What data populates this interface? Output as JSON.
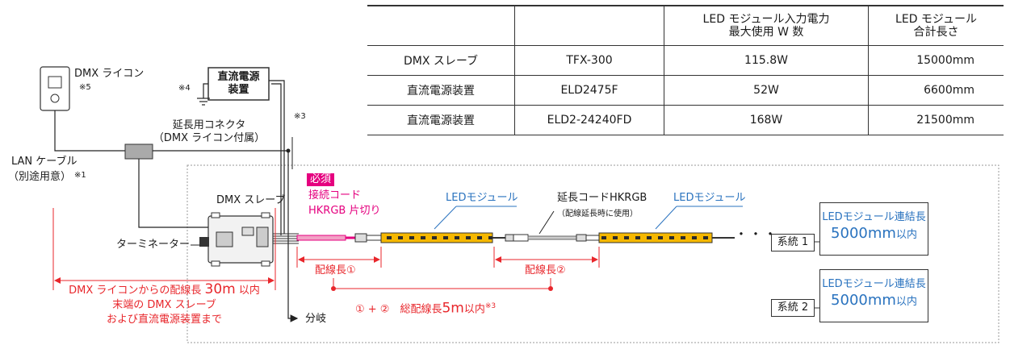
{
  "table": {
    "headers": [
      "",
      "",
      "LED モジュール入力電力\n最大使用 W 数",
      "LED モジュール\n合計長さ"
    ],
    "rows": [
      {
        "device": "DMX スレーブ",
        "model": "TFX-300",
        "power": "115.8W",
        "length": "15000mm"
      },
      {
        "device": "直流電源装置",
        "model": "ELD2475F",
        "power": "52W",
        "length": "6600mm"
      },
      {
        "device": "直流電源装置",
        "model": "ELD2-24240FD",
        "power": "168W",
        "length": "21500mm"
      }
    ]
  },
  "labels": {
    "dmx_controller": "DMX ライコン",
    "note5": "※5",
    "power_unit": "直流電源\n装置",
    "note4": "※4",
    "note3": "※3",
    "ext_connector": "延長用コネクタ\n（DMX ライコン付属）",
    "lan_cable": "LAN ケーブル",
    "lan_cable_sub": "（別途用意）",
    "note1": "※1",
    "dmx_slave": "DMX スレーブ",
    "terminator": "ターミネーター",
    "required": "必須",
    "cord_line1": "接続コード",
    "cord_line2": "HKRGB 片切り",
    "led_module_1": "LEDモジュール",
    "led_module_2": "LEDモジュール",
    "ext_cord": "延長コードHKRGB",
    "ext_cord_note": "（配線延長時に使用）",
    "wire_len_1": "配線長①",
    "wire_len_2": "配線長②",
    "total_len_prefix": "① + ②　総配線長",
    "total_len_value": "5m",
    "total_len_suffix": "以内",
    "note3_sup": "※3",
    "branch": "分岐",
    "system1": "系統 1",
    "system2": "系統 2",
    "ellipsis": "・・・",
    "led_chain_title": "LEDモジュール連結長",
    "led_chain_value": "5000mm",
    "led_chain_suffix": "以内",
    "dmx_range_line1_a": "DMX ライコンからの配線長",
    "dmx_range_line1_b": "30m",
    "dmx_range_line1_c": "以内",
    "dmx_range_line2": "末端の DMX スレーブ",
    "dmx_range_line3": "および直流電源装置まで"
  },
  "colors": {
    "red": "#e8262b",
    "pink": "#e5007f",
    "blue": "#2a73bf",
    "led_yellow": "#f6b800"
  }
}
